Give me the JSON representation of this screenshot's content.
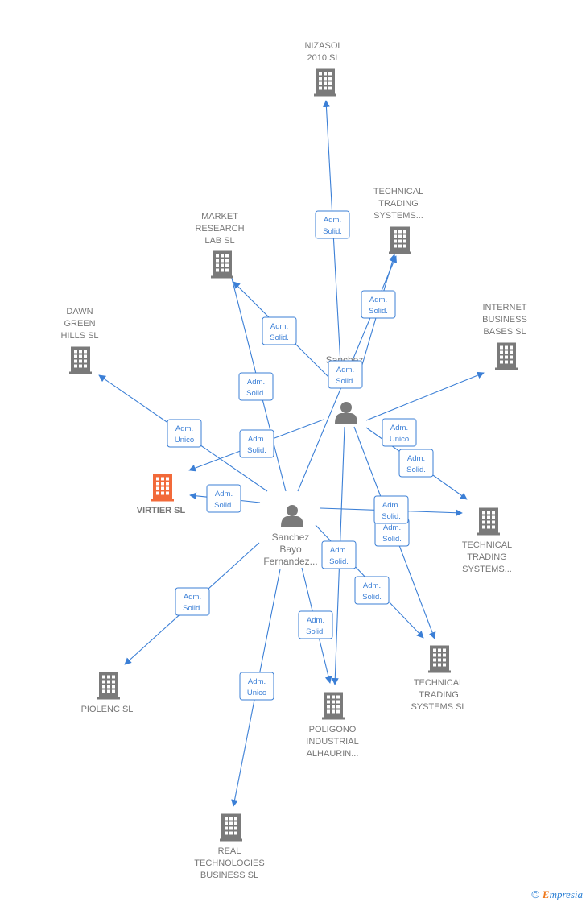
{
  "colors": {
    "edge": "#3b7fd6",
    "building": "#7a7a7a",
    "active_building": "#f26a3a",
    "person": "#7a7a7a",
    "text": "#777777"
  },
  "companies": [
    {
      "id": "nizasol",
      "lines": [
        "NIZASOL",
        "2010 SL"
      ]
    },
    {
      "id": "tts_top",
      "lines": [
        "TECHNICAL",
        "TRADING",
        "SYSTEMS..."
      ]
    },
    {
      "id": "market",
      "lines": [
        "MARKET",
        "RESEARCH",
        "LAB SL"
      ]
    },
    {
      "id": "dawn",
      "lines": [
        "DAWN",
        "GREEN",
        "HILLS SL"
      ]
    },
    {
      "id": "internet",
      "lines": [
        "INTERNET",
        "BUSINESS",
        "BASES SL"
      ]
    },
    {
      "id": "virtier",
      "lines": [
        "VIRTIER SL"
      ],
      "active": true
    },
    {
      "id": "tts_right",
      "lines": [
        "TECHNICAL",
        "TRADING",
        "SYSTEMS..."
      ]
    },
    {
      "id": "tts_sl",
      "lines": [
        "TECHNICAL",
        "TRADING",
        "SYSTEMS SL"
      ]
    },
    {
      "id": "piolenc",
      "lines": [
        "PIOLENC SL"
      ]
    },
    {
      "id": "poligono",
      "lines": [
        "POLIGONO",
        "INDUSTRIAL",
        "ALHAURIN..."
      ]
    },
    {
      "id": "real",
      "lines": [
        "REAL",
        "TECHNOLOGIES",
        "BUSINESS SL"
      ]
    }
  ],
  "persons": [
    {
      "id": "p1",
      "lines": [
        "Sanchez"
      ]
    },
    {
      "id": "p2",
      "lines": [
        "Sanchez",
        "Bayo",
        "Fernandez..."
      ]
    }
  ],
  "edges": [
    {
      "from": "p1",
      "to": "nizasol",
      "label": [
        "Adm.",
        "Solid."
      ]
    },
    {
      "from": "p1",
      "to": "tts_top",
      "label": [
        "Adm.",
        "Solid."
      ]
    },
    {
      "from": "p1",
      "to": "market",
      "label": [
        "Adm.",
        "Solid."
      ]
    },
    {
      "from": "p1",
      "to": "internet",
      "label": [
        "Adm.",
        "Unico"
      ]
    },
    {
      "from": "p1",
      "to": "virtier",
      "label": [
        "Adm.",
        "Solid."
      ]
    },
    {
      "from": "p1",
      "to": "tts_right",
      "label": [
        "Adm.",
        "Solid."
      ]
    },
    {
      "from": "p1",
      "to": "tts_sl",
      "label": [
        "Adm.",
        "Solid."
      ]
    },
    {
      "from": "p1",
      "to": "poligono",
      "label": [
        "Adm.",
        "Solid."
      ]
    },
    {
      "from": "p2",
      "to": "tts_top",
      "label": [
        "Adm.",
        "Solid."
      ]
    },
    {
      "from": "p2",
      "to": "market",
      "label": [
        "Adm.",
        "Solid."
      ]
    },
    {
      "from": "p2",
      "to": "dawn",
      "label": [
        "Adm.",
        "Unico"
      ]
    },
    {
      "from": "p2",
      "to": "virtier",
      "label": [
        "Adm.",
        "Solid."
      ]
    },
    {
      "from": "p2",
      "to": "tts_right",
      "label": [
        "Adm.",
        "Solid."
      ]
    },
    {
      "from": "p2",
      "to": "tts_sl",
      "label": [
        "Adm.",
        "Solid."
      ]
    },
    {
      "from": "p2",
      "to": "piolenc",
      "label": [
        "Adm.",
        "Solid."
      ]
    },
    {
      "from": "p2",
      "to": "poligono",
      "label": [
        "Adm.",
        "Solid."
      ]
    },
    {
      "from": "p2",
      "to": "real",
      "label": [
        "Adm.",
        "Unico"
      ]
    }
  ],
  "footer": {
    "copyright": "©",
    "brand_first": "E",
    "brand_rest": "mpresia"
  }
}
